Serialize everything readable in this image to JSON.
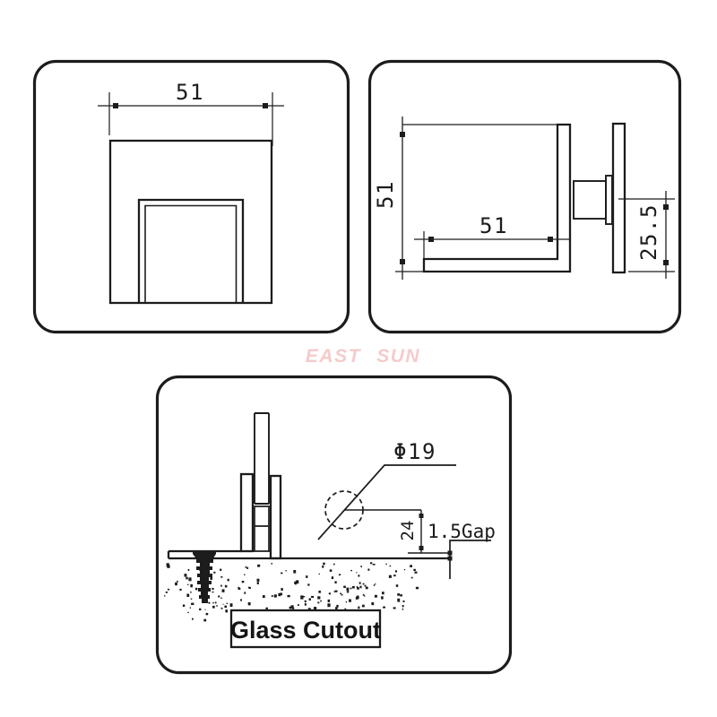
{
  "watermark": {
    "text": "EAST SUN"
  },
  "colors": {
    "line": "#1c1c1c",
    "background": "#ffffff",
    "watermark": "#f5cbcb"
  },
  "panels": {
    "front_view": {
      "dim_width": "51"
    },
    "side_view": {
      "dim_height": "51",
      "dim_depth": "51",
      "dim_center_offset": "25.5"
    },
    "cutout_view": {
      "hole_diameter": "Φ19",
      "hole_center_height": "24",
      "gap_label": "1.5Gap",
      "caption": "Glass Cutout"
    }
  }
}
